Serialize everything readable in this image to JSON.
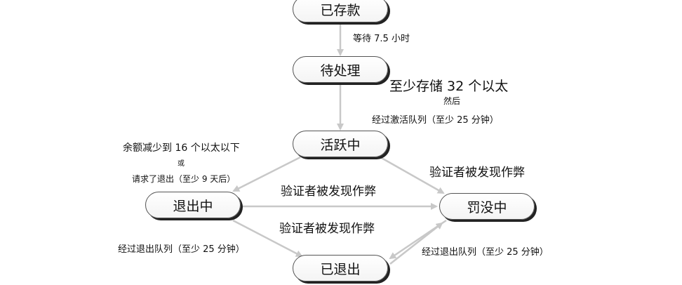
{
  "states": {
    "deposited": "已存款",
    "pending": "待处理",
    "active": "活跃中",
    "exiting": "退出中",
    "slashing": "罚没中",
    "exited": "已退出"
  },
  "transitions": {
    "wait": "等待 7.5 小时",
    "stake_min": "至少存储 32 个以太",
    "then": "然后",
    "activation_queue": "经过激活队列（至少 25 分钟）",
    "balance_drop": "余额减少到 16 个以太以下",
    "or": "或",
    "request_exit": "请求了退出（至少 9 天后）",
    "slashed_active": "验证者被发现作弊",
    "slashed_exiting_top": "验证者被发现作弊",
    "slashed_exiting_bottom": "验证者被发现作弊",
    "exit_queue_left": "经过退出队列（至少 25 分钟）",
    "exit_queue_right": "经过退出队列（至少 25 分钟）"
  },
  "colors": {
    "edge": "#c8c8c8",
    "node_border": "#555555"
  }
}
